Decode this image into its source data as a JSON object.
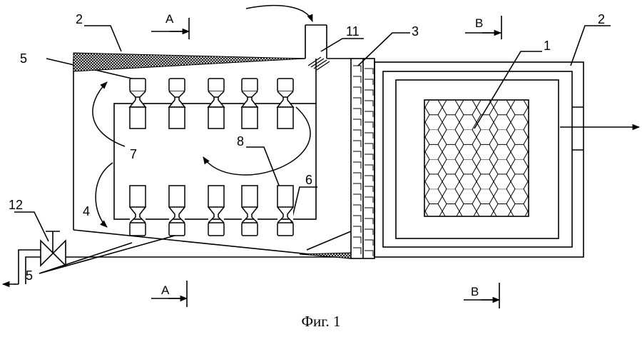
{
  "figure": {
    "caption": "Фиг. 1",
    "stroke_color": "#000000",
    "background": "#ffffff"
  },
  "labels": {
    "l1": "1",
    "l2a": "2",
    "l2b": "2",
    "l3": "3",
    "l4": "4",
    "l5a": "5",
    "l5b": "5",
    "l6": "6",
    "l7": "7",
    "l8": "8",
    "l11": "11",
    "l12": "12"
  },
  "sections": {
    "a_top": "A",
    "a_bottom": "A",
    "b_top": "B",
    "b_bottom": "B"
  }
}
